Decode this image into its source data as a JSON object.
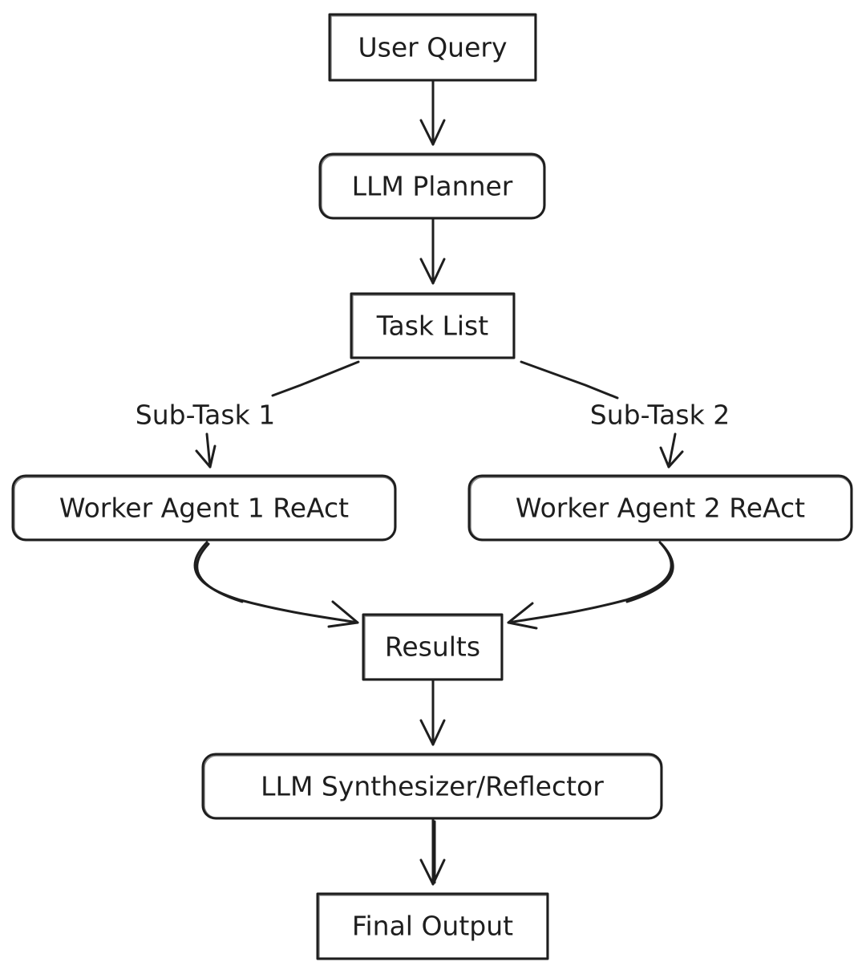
{
  "diagram": {
    "nodes": {
      "user_query": "User Query",
      "llm_planner": "LLM Planner",
      "task_list": "Task List",
      "worker_agent_1": "Worker Agent 1 ReAct",
      "worker_agent_2": "Worker Agent 2 ReAct",
      "results": "Results",
      "synthesizer": "LLM Synthesizer/Reflector",
      "final_output": "Final Output"
    },
    "edge_labels": {
      "sub_task_1": "Sub-Task 1",
      "sub_task_2": "Sub-Task 2"
    },
    "stroke_color": "#1e1e1e",
    "background": "#ffffff"
  }
}
